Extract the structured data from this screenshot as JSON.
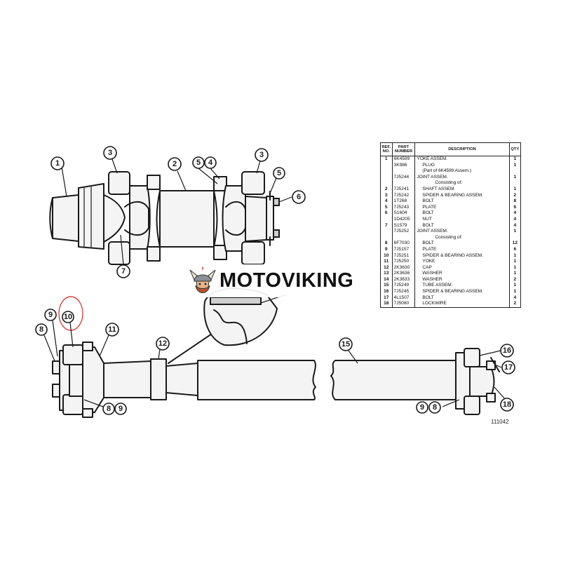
{
  "watermark": {
    "text": "MOTOVIKING",
    "logo_icon": "viking-logo-icon"
  },
  "figure_number": "111042",
  "highlight_color": "#d9453f",
  "callouts": {
    "top": [
      "1",
      "2",
      "3",
      "3",
      "4",
      "5",
      "5",
      "6",
      "7"
    ],
    "bottom": [
      "8",
      "9",
      "10",
      "8",
      "9",
      "11",
      "12",
      "15",
      "9",
      "8",
      "16",
      "17",
      "18"
    ]
  },
  "table": {
    "headers": {
      "ref": "REF. NO.",
      "part": "PART NUMBER",
      "desc": "DESCRIPTION",
      "qty": "QTY"
    },
    "rows": [
      {
        "ref": "1",
        "pn": "6K4599",
        "desc": "YOKE ASSEM.",
        "qty": "1",
        "cls": ""
      },
      {
        "ref": "",
        "pn": "3K986",
        "desc": "PLUG",
        "qty": "1",
        "cls": "sub"
      },
      {
        "ref": "",
        "pn": "",
        "desc": "(Part of 6K4599 Assem.)",
        "qty": "",
        "cls": "sub"
      },
      {
        "ref": "",
        "pn": "7J5244",
        "desc": "JOINT ASSEM.",
        "qty": "1",
        "cls": ""
      },
      {
        "ref": "",
        "pn": "",
        "desc": "Consisting of:",
        "qty": "",
        "cls": "sub2"
      },
      {
        "ref": "2",
        "pn": "7J5241",
        "desc": "SHAFT ASSEM.",
        "qty": "1",
        "cls": "sub"
      },
      {
        "ref": "3",
        "pn": "7J5242",
        "desc": "SPIDER & BEARING ASSEM.",
        "qty": "2",
        "cls": "sub"
      },
      {
        "ref": "4",
        "pn": "1T268",
        "desc": "BOLT",
        "qty": "8",
        "cls": "sub"
      },
      {
        "ref": "5",
        "pn": "7J5243",
        "desc": "PLATE",
        "qty": "6",
        "cls": "sub"
      },
      {
        "ref": "6",
        "pn": "S1604",
        "desc": "BOLT",
        "qty": "4",
        "cls": "sub"
      },
      {
        "ref": "",
        "pn": "1D4205",
        "desc": "NUT",
        "qty": "4",
        "cls": "sub"
      },
      {
        "ref": "7",
        "pn": "S1579",
        "desc": "BOLT",
        "qty": "4",
        "cls": "sub"
      },
      {
        "ref": "",
        "pn": "7J5252",
        "desc": "JOINT ASSEM.",
        "qty": "1",
        "cls": ""
      },
      {
        "ref": "",
        "pn": "",
        "desc": "Consisting of:",
        "qty": "",
        "cls": "sub2"
      },
      {
        "ref": "8",
        "pn": "6F7030",
        "desc": "BOLT",
        "qty": "12",
        "cls": "sub"
      },
      {
        "ref": "9",
        "pn": "7J5157",
        "desc": "PLATE",
        "qty": "6",
        "cls": "sub"
      },
      {
        "ref": "10",
        "pn": "7J5251",
        "desc": "SPIDER & BEARING ASSEM.",
        "qty": "1",
        "cls": "sub"
      },
      {
        "ref": "11",
        "pn": "7J5250",
        "desc": "YOKE",
        "qty": "1",
        "cls": "sub"
      },
      {
        "ref": "12",
        "pn": "2K3630",
        "desc": "CAP",
        "qty": "1",
        "cls": "sub"
      },
      {
        "ref": "13",
        "pn": "2K3636",
        "desc": "WASHER",
        "qty": "1",
        "cls": "sub"
      },
      {
        "ref": "14",
        "pn": "2K3633",
        "desc": "WASHER",
        "qty": "2",
        "cls": "sub"
      },
      {
        "ref": "15",
        "pn": "7J5249",
        "desc": "TUBE ASSEM.",
        "qty": "1",
        "cls": "sub"
      },
      {
        "ref": "16",
        "pn": "7J5245",
        "desc": "SPIDER & BEARING ASSEM.",
        "qty": "1",
        "cls": "sub"
      },
      {
        "ref": "17",
        "pn": "4L1507",
        "desc": "BOLT",
        "qty": "4",
        "cls": "sub"
      },
      {
        "ref": "18",
        "pn": "7J5080",
        "desc": "LOCKWIRE",
        "qty": "2",
        "cls": "sub"
      }
    ]
  }
}
